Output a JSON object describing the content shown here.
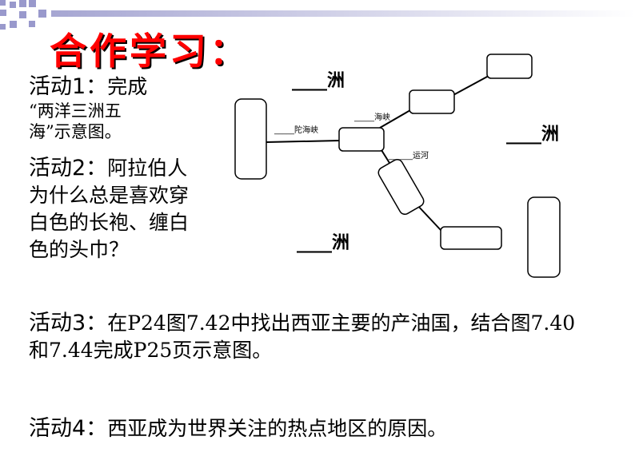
{
  "title": "合作学习：",
  "activity1": {
    "lead": "活动1：",
    "line1": "完成",
    "line2": "“两洋三洲五",
    "line3": "海”示意图。"
  },
  "activity2": {
    "lead": "活动2：",
    "line1": "阿拉伯人",
    "line2": "为什么总是喜欢穿",
    "line3": "白色的长袍、缠白",
    "line4": "色的头巾？"
  },
  "activity3": {
    "lead": "活动3：",
    "line1": "在P24图7.42中找出西亚主要的产油国，结合图7.40",
    "line2": "和7.44完成P25页示意图。"
  },
  "activity4": {
    "lead": "活动4：",
    "text": "西亚成为世界关注的热点地区的原因。"
  },
  "diagram": {
    "continent_top": "____洲",
    "continent_right": "____洲",
    "continent_bottom": "____洲",
    "strait_left": "_____陀海峡",
    "strait_top": "_____海峡",
    "canal": "______运河"
  }
}
